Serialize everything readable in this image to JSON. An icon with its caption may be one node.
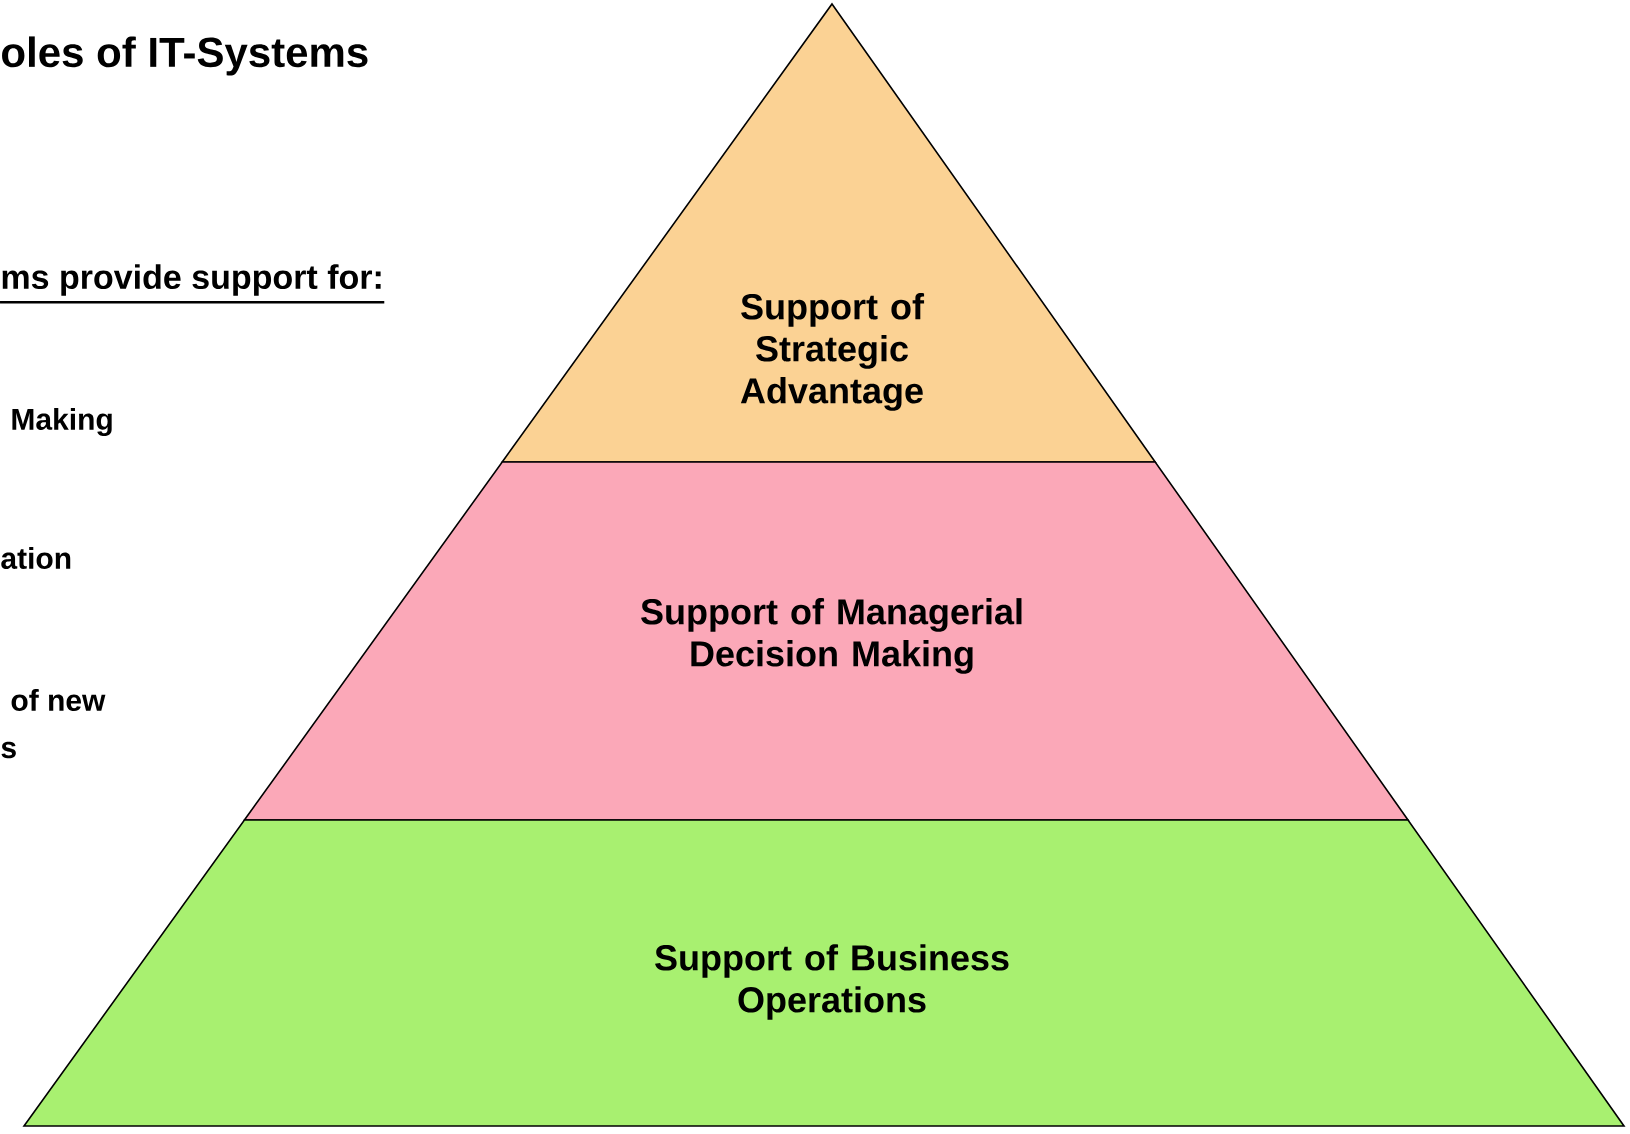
{
  "diagram": {
    "title": "oles of IT-Systems",
    "nodes": [
      {
        "text": [
          "Support of Strategic Advantage"
        ]
      },
      {
        "text": [
          "Support of Managerial Decision Making"
        ]
      },
      {
        "text": [
          "Support of Business Operations"
        ]
      }
    ],
    "labels": [
      "ms provide support for:",
      "Making",
      "ation",
      "of new",
      "s"
    ]
  }
}
